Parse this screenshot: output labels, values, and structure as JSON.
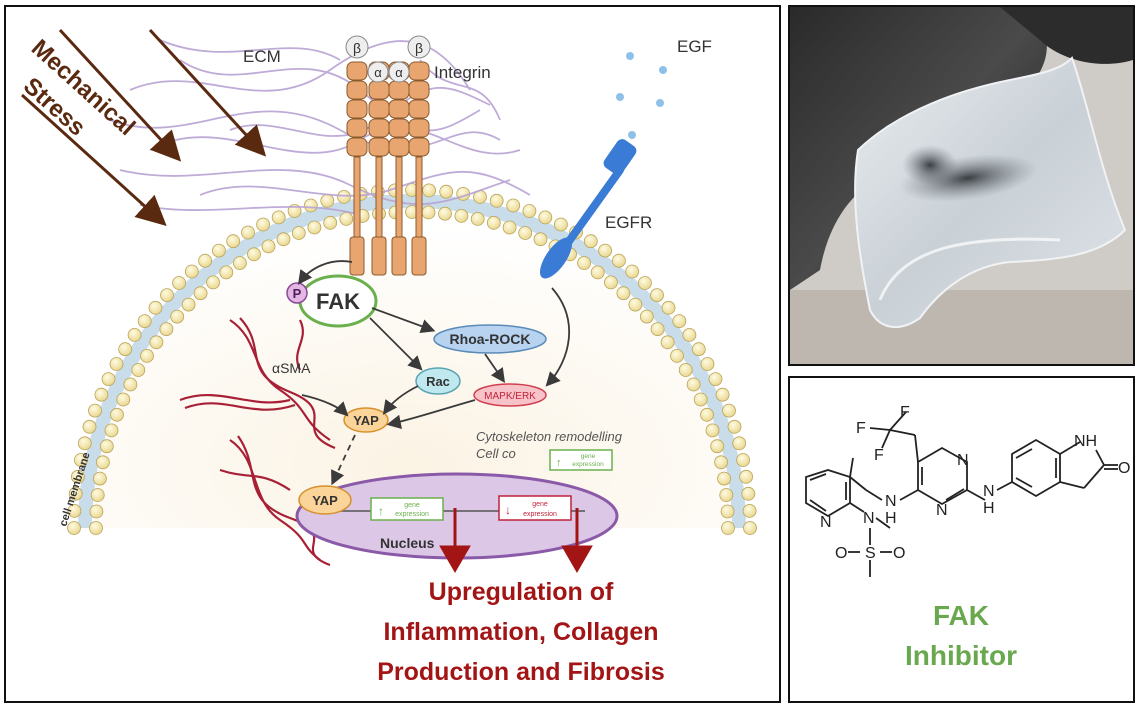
{
  "mechanism_panel": {
    "stress_label": [
      "Mechanical",
      "Stress"
    ],
    "ecm_label": "ECM",
    "integrin_label": "Integrin",
    "beta_symbol": "β",
    "alpha_symbol": "α",
    "egf_label": "EGF",
    "egfr_label": "EGFR",
    "phospho_symbol": "P",
    "fak_label": "FAK",
    "rhoa_label": "Rhoa-ROCK",
    "rac_label": "Rac",
    "mapk_label": "MAPK/ERK",
    "asma_label": "αSMA",
    "yap_label": "YAP",
    "yap_nuclear_label": "YAP",
    "cytoskeleton_lines": [
      "Cytoskeleton remodelling",
      "Cell co"
    ],
    "gene_expression_word_1": "gene",
    "gene_expression_word_2": "expression",
    "up_arrow": "↑",
    "down_arrow": "↓",
    "nucleus_label": "Nucleus",
    "membrane_label": "cell membrane",
    "outcome_lines": [
      "Upregulation of",
      "Inflammation, Collagen",
      "Production and Fibrosis"
    ]
  },
  "structure_panel": {
    "atoms": {
      "F": "F",
      "N": "N",
      "H": "H",
      "O": "O",
      "S": "S",
      "NH": "NH",
      "N_H": "H"
    },
    "inhibitor_lines": [
      "FAK",
      "Inhibitor"
    ]
  },
  "colors": {
    "dark_red": "#a31515",
    "fak_green": "#6ab04c",
    "egfr_blue": "#3a7bd5",
    "integrin_orange": "#e9a56f",
    "membrane_bead": "#f4e6a6",
    "nucleus_purple": "#c9b0d8",
    "inhibitor_green": "#6aa84f",
    "stress_brown": "#5a2a10"
  }
}
